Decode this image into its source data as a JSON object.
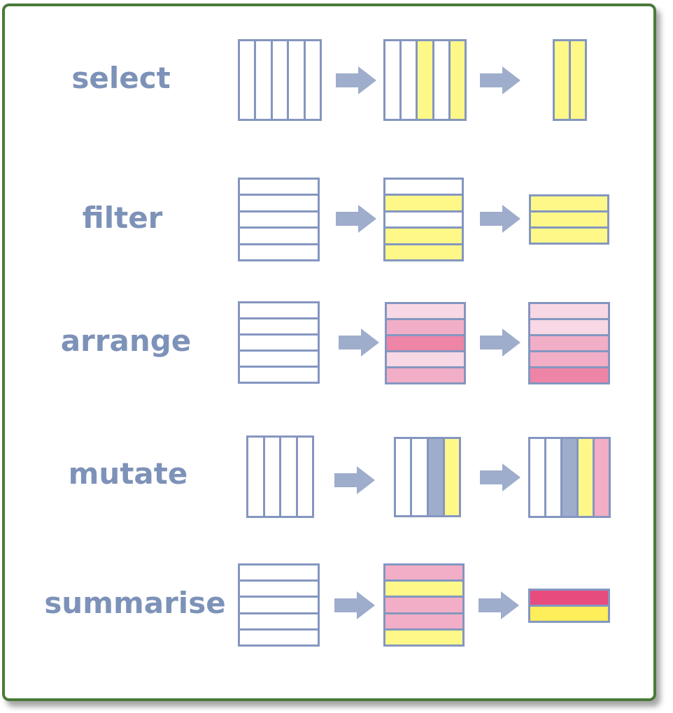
{
  "palette": {
    "white": "#ffffff",
    "yellow": "#fdf888",
    "yellow_bright": "#fdee5a",
    "pink_light": "#f7d8e4",
    "pink_mid": "#f2aec6",
    "pink_dark": "#ee85a6",
    "pink_strong": "#e84b7e",
    "gray_blue": "#9eadcb",
    "border": "#8496c0",
    "arrow": "#9eadcb",
    "label": "#7d92b8",
    "frame": "#4a7a3a"
  },
  "operations": [
    {
      "name": "select",
      "tables": [
        {
          "orientation": "cols",
          "cells": [
            "white",
            "white",
            "white",
            "white",
            "white"
          ]
        },
        {
          "orientation": "cols",
          "cells": [
            "white",
            "white",
            "yellow",
            "white",
            "yellow"
          ]
        },
        {
          "orientation": "cols",
          "cells": [
            "yellow",
            "yellow"
          ]
        }
      ]
    },
    {
      "name": "filter",
      "tables": [
        {
          "orientation": "rows",
          "cells": [
            "white",
            "white",
            "white",
            "white",
            "white"
          ]
        },
        {
          "orientation": "rows",
          "cells": [
            "white",
            "yellow",
            "white",
            "yellow",
            "yellow"
          ]
        },
        {
          "orientation": "rows",
          "cells": [
            "yellow",
            "yellow",
            "yellow"
          ]
        }
      ]
    },
    {
      "name": "arrange",
      "tables": [
        {
          "orientation": "rows",
          "cells": [
            "white",
            "white",
            "white",
            "white",
            "white"
          ]
        },
        {
          "orientation": "rows",
          "cells": [
            "pink_light",
            "pink_mid",
            "pink_dark",
            "pink_light",
            "pink_mid"
          ]
        },
        {
          "orientation": "rows",
          "cells": [
            "pink_light",
            "pink_light",
            "pink_mid",
            "pink_mid",
            "pink_dark"
          ]
        }
      ]
    },
    {
      "name": "mutate",
      "tables": [
        {
          "orientation": "cols",
          "cells": [
            "white",
            "white",
            "white",
            "white"
          ]
        },
        {
          "orientation": "cols",
          "cells": [
            "white",
            "white",
            "gray_blue",
            "yellow"
          ]
        },
        {
          "orientation": "cols",
          "cells": [
            "white",
            "white",
            "gray_blue",
            "yellow",
            "pink_mid"
          ]
        }
      ]
    },
    {
      "name": "summarise",
      "tables": [
        {
          "orientation": "rows",
          "cells": [
            "white",
            "white",
            "white",
            "white",
            "white"
          ]
        },
        {
          "orientation": "rows",
          "cells": [
            "pink_mid",
            "yellow",
            "pink_mid",
            "pink_mid",
            "yellow"
          ]
        },
        {
          "orientation": "rows",
          "cells": [
            "pink_strong",
            "yellow_bright"
          ]
        }
      ]
    }
  ]
}
